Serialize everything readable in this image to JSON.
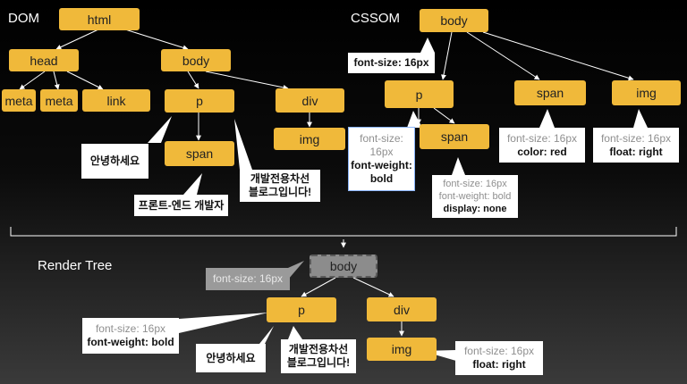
{
  "titles": {
    "dom": "DOM",
    "cssom": "CSSOM",
    "render": "Render Tree"
  },
  "dom": {
    "html": "html",
    "head": "head",
    "body": "body",
    "meta1": "meta",
    "meta2": "meta",
    "link": "link",
    "p": "p",
    "div": "div",
    "img": "img",
    "span": "span",
    "callout_hello": "안녕하세요",
    "callout_span": "프론트-엔드 개발자",
    "callout_blog_l1": "개발전용차선",
    "callout_blog_l2": "블로그입니다!"
  },
  "cssom": {
    "body": "body",
    "body_font": "font-size: 16px",
    "p": "p",
    "span1": "span",
    "span2": "span",
    "img": "img",
    "p_font_l1": "font-size:",
    "p_font_l2": "16px",
    "p_weight_l1": "font-weight:",
    "p_weight_l2": "bold",
    "nested_font": "font-size: 16px",
    "nested_weight": "font-weight: bold",
    "nested_display": "display: none",
    "span_font": "font-size: 16px",
    "span_color": "color: red",
    "img_font": "font-size: 16px",
    "img_float": "float: right"
  },
  "render": {
    "body": "body",
    "body_font": "font-size: 16px",
    "p": "p",
    "div": "div",
    "img": "img",
    "p_font": "font-size: 16px",
    "p_weight": "font-weight: bold",
    "hello": "안녕하세요",
    "blog_l1": "개발전용차선",
    "blog_l2": "블로그입니다!",
    "img_font": "font-size: 16px",
    "img_float": "float: right"
  },
  "colors": {
    "node": "#f0b93a",
    "ghost": "#8c8c8c",
    "callout": "#ffffff",
    "muted": "#8f8f8f"
  }
}
